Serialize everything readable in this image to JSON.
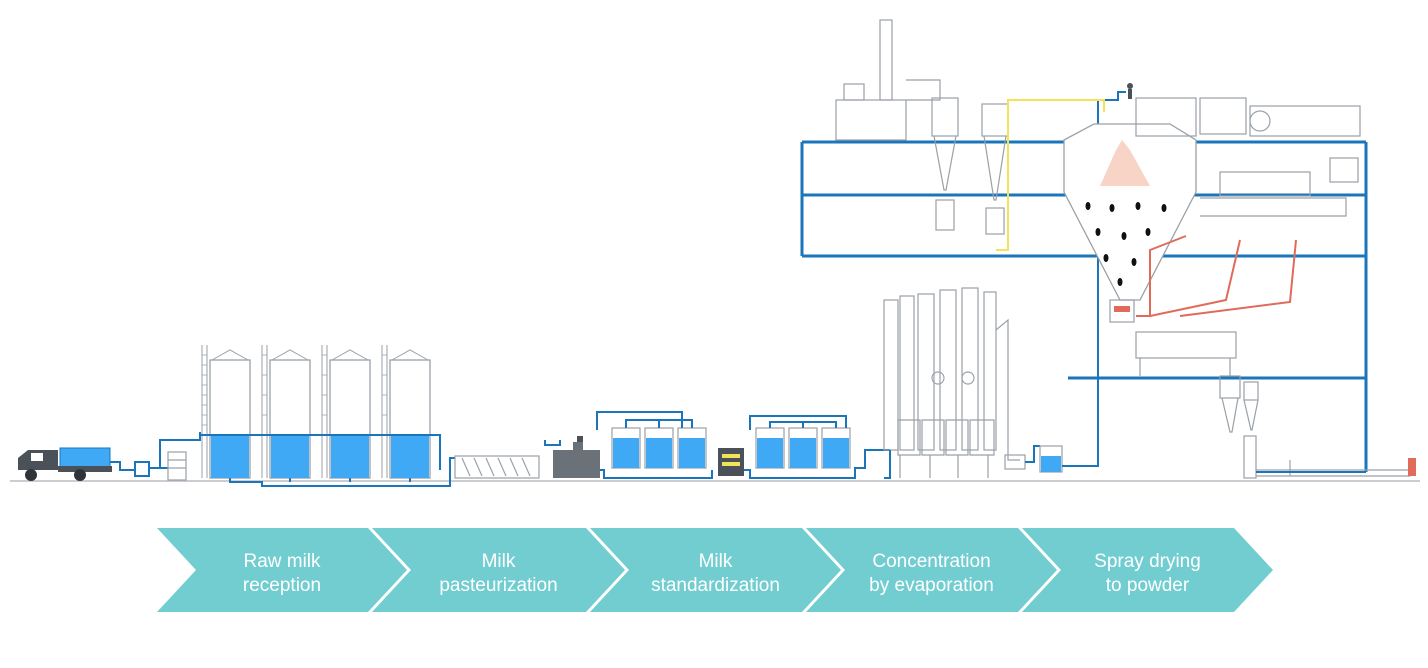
{
  "colors": {
    "pipe": "#1a75bb",
    "outline": "#9aa1a8",
    "milk": "#3fa9f5",
    "step": "#72cdd1",
    "step_text": "#ffffff",
    "yellow_pipe": "#f2e35a",
    "red_pipe": "#e06b5a",
    "green_pipe": "#7cc49a"
  },
  "process_steps": [
    {
      "line1": "Raw milk",
      "line2": "reception"
    },
    {
      "line1": "Milk",
      "line2": "pasteurization"
    },
    {
      "line1": "Milk",
      "line2": "standardization"
    },
    {
      "line1": "Concentration",
      "line2": "by evaporation"
    },
    {
      "line1": "Spray drying",
      "line2": "to powder"
    }
  ]
}
